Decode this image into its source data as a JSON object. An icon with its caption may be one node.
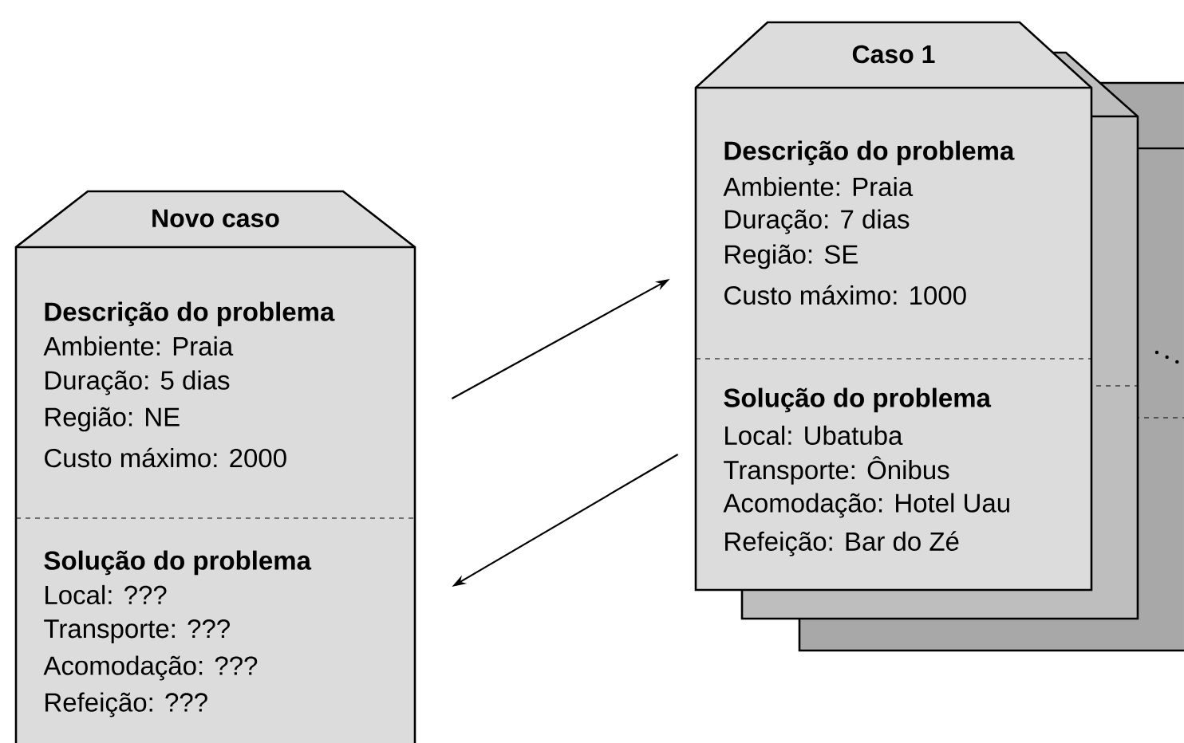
{
  "diagram": {
    "nodes": [
      {
        "text": [
          "Novo caso",
          "Descrição do problema",
          "Ambiente: Praia",
          "Duração: 5 dias",
          "Região: NE",
          "Custo máximo: 2000",
          "Solução do problema",
          "Local: ???",
          "Transporte: ???",
          "Acomodação:  ???",
          "Refeição: ???"
        ]
      },
      {
        "text": [
          "Caso 1",
          "Descrição do problema",
          "Ambiente: Praia",
          "Duração: 7 dias",
          "Região: SE",
          "Custo máximo: 1000",
          "Solução do problema",
          "Local: Ubatuba",
          "Transporte: Ônibus",
          "Acomodação:  Hotel Uau",
          "Refeição: Bar do Zé"
        ]
      }
    ],
    "edges": [
      {
        "from": 0,
        "to": 1,
        "arrow": "to"
      },
      {
        "from": 1,
        "to": 0,
        "arrow": "to"
      }
    ]
  }
}
